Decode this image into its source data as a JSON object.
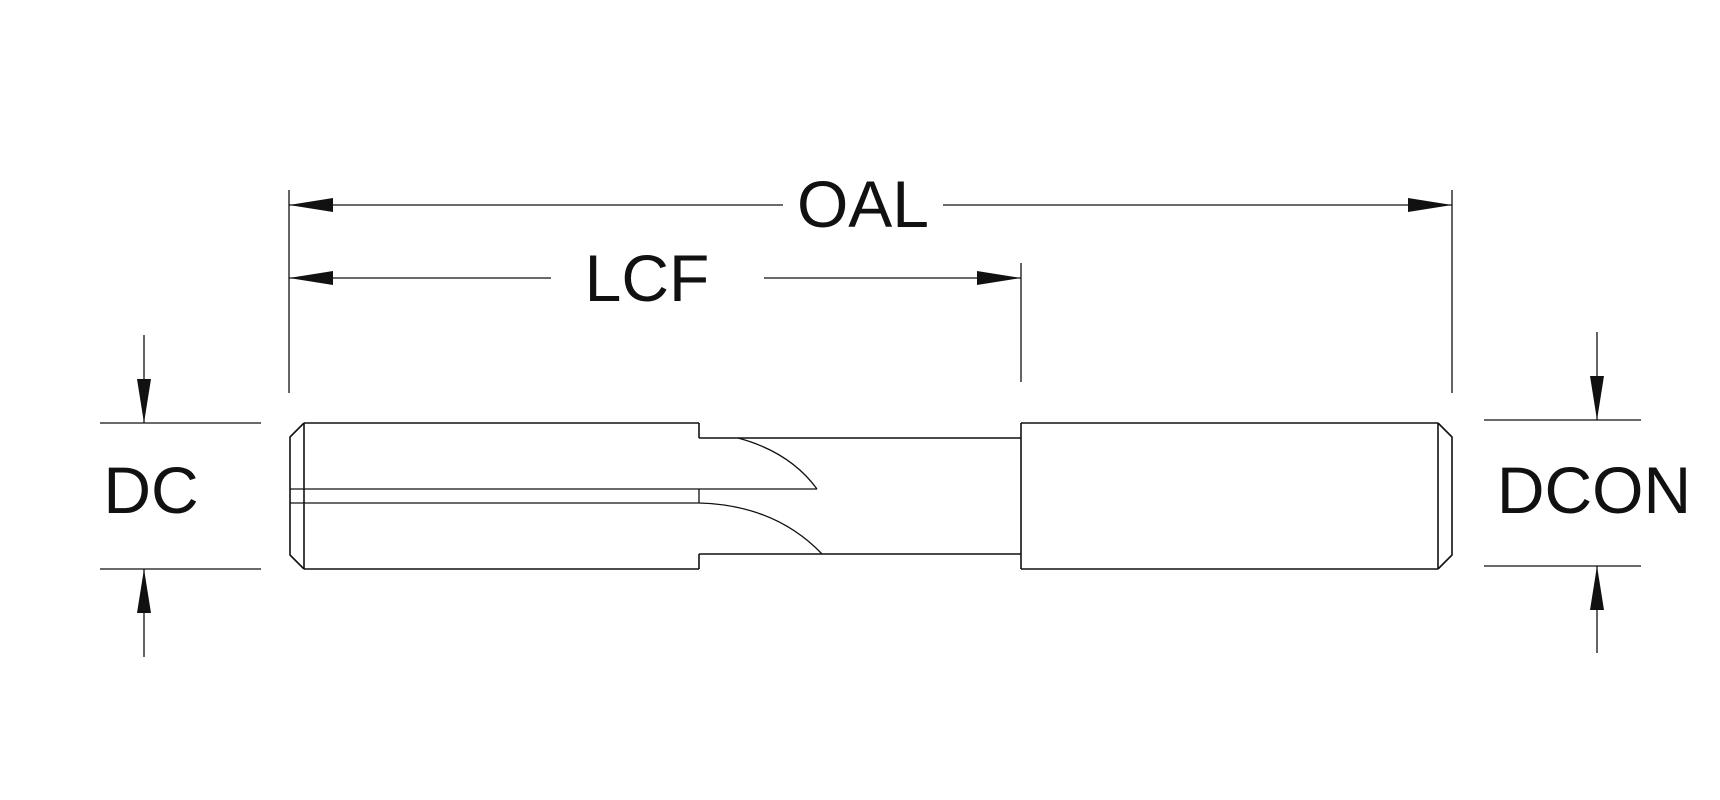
{
  "labels": {
    "overall_length": "OAL",
    "length_of_cut": "LCF",
    "cutting_diameter": "DC",
    "connection_diameter": "DCON"
  },
  "colors": {
    "line": "#111111",
    "background": "#ffffff"
  }
}
